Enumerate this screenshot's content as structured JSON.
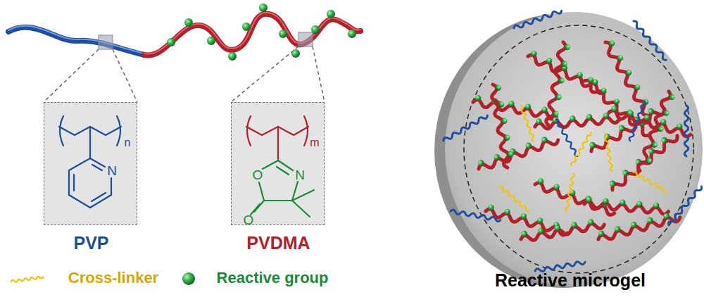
{
  "diagram": {
    "nodes": [
      {
        "text": [
          "n",
          "N",
          "PVP"
        ]
      },
      {
        "text": [
          "m",
          "O",
          "N",
          "O",
          "PVDMA"
        ]
      }
    ],
    "labels": [
      "Reactive microgel"
    ],
    "legend": [
      {
        "text": "Cross-linker"
      },
      {
        "text": "Reactive group"
      }
    ]
  }
}
